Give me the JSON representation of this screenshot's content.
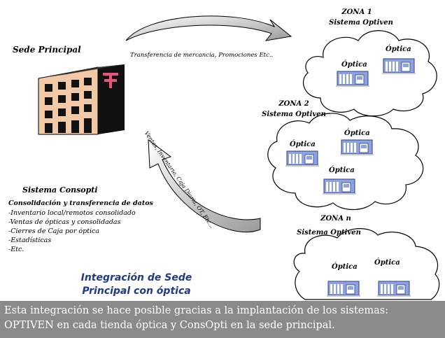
{
  "sede": {
    "title": "Sede Principal",
    "arrow_top_label": "Transferencia de mercancía, Promociones Etc..",
    "arrow_bottom_label": "Ventas, Inventario, Caja Diaria, OT, Etc..."
  },
  "consopti": {
    "title": "Sistema Consopti",
    "subtitle": "Consolidación y transferencia de datos",
    "items": [
      "-Inventario local/remotos consolidado",
      "-Ventas de ópticas y consolidadas",
      "-Cierres de Caja por óptica",
      "-Estadísticas",
      "-Etc."
    ]
  },
  "integracion": {
    "line1": "Integración de Sede",
    "line2": "Principal con óptica"
  },
  "zones": [
    {
      "name": "ZONA 1",
      "system": "Sistema Optiven",
      "store_label": "Óptica"
    },
    {
      "name": "ZONA 2",
      "system": "Sistema Optiven",
      "store_label": "Óptica"
    },
    {
      "name": "ZONA n",
      "system": "Sistema Optiven",
      "store_label": "Óptica"
    }
  ],
  "footer": {
    "line1": "Esta integración se hace posible gracias a la implantación de los sistemas:",
    "line2": "OPTIVEN en cada tienda óptica y ConsOpti  en la sede principal."
  },
  "colors": {
    "building_front": "#f2c9a6",
    "building_side": "#111111",
    "store_body": "#8ea2e0",
    "integracion_text": "#1f3a8a",
    "footer_bg": "#8a8a8a"
  }
}
